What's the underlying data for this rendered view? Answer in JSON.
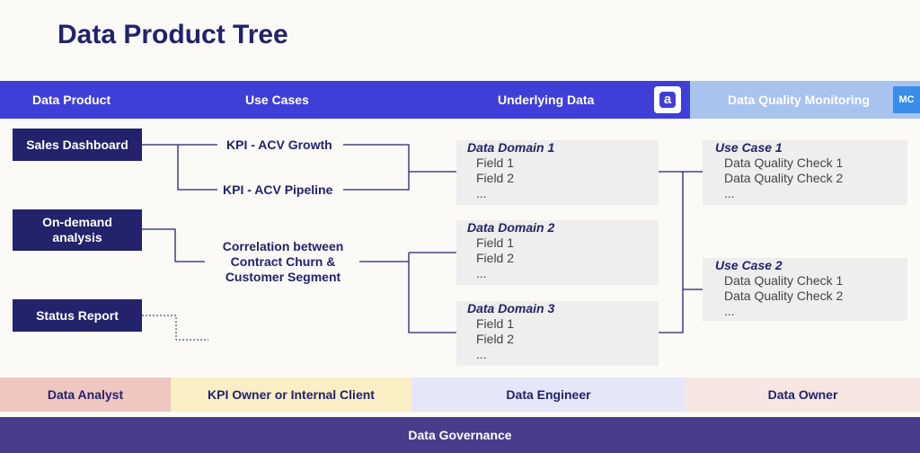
{
  "title": "Data Product Tree",
  "headers": {
    "data_product": "Data Product",
    "use_cases": "Use Cases",
    "underlying_data": "Underlying Data",
    "data_quality_monitoring": "Data Quality Monitoring",
    "logo_a": "a",
    "logo_mc": "MC"
  },
  "products": [
    {
      "label": "Sales Dashboard"
    },
    {
      "label": "On-demand\nanalysis"
    },
    {
      "label": "Status Report"
    }
  ],
  "use_cases": [
    {
      "label": "KPI - ACV Growth"
    },
    {
      "label": "KPI - ACV Pipeline"
    },
    {
      "label": "Correlation between\nContract Churn &\nCustomer  Segment"
    }
  ],
  "domains": [
    {
      "title": "Data Domain 1",
      "f1": "Field 1",
      "f2": "Field 2",
      "more": "..."
    },
    {
      "title": "Data Domain 2",
      "f1": "Field 1",
      "f2": "Field 2",
      "more": "..."
    },
    {
      "title": "Data Domain 3",
      "f1": "Field 1",
      "f2": "Field 2",
      "more": "..."
    }
  ],
  "quality": [
    {
      "title": "Use Case 1",
      "c1": "Data Quality Check 1",
      "c2": "Data Quality Check 2",
      "more": "..."
    },
    {
      "title": "Use Case 2",
      "c1": "Data Quality Check 1",
      "c2": "Data Quality Check 2",
      "more": "..."
    }
  ],
  "roles": [
    {
      "label": "Data Analyst",
      "color": "#efc6c0"
    },
    {
      "label": "KPI Owner or Internal Client",
      "color": "#faefc4"
    },
    {
      "label": "Data Engineer",
      "color": "#e5e6f7"
    },
    {
      "label": "Data Owner",
      "color": "#f6e6e2"
    }
  ],
  "governance": "Data Governance",
  "colors": {
    "navy": "#22236b",
    "header_blue": "#3f3fd8",
    "header_light": "#a9c3ef",
    "governance": "#4a3c8c"
  }
}
